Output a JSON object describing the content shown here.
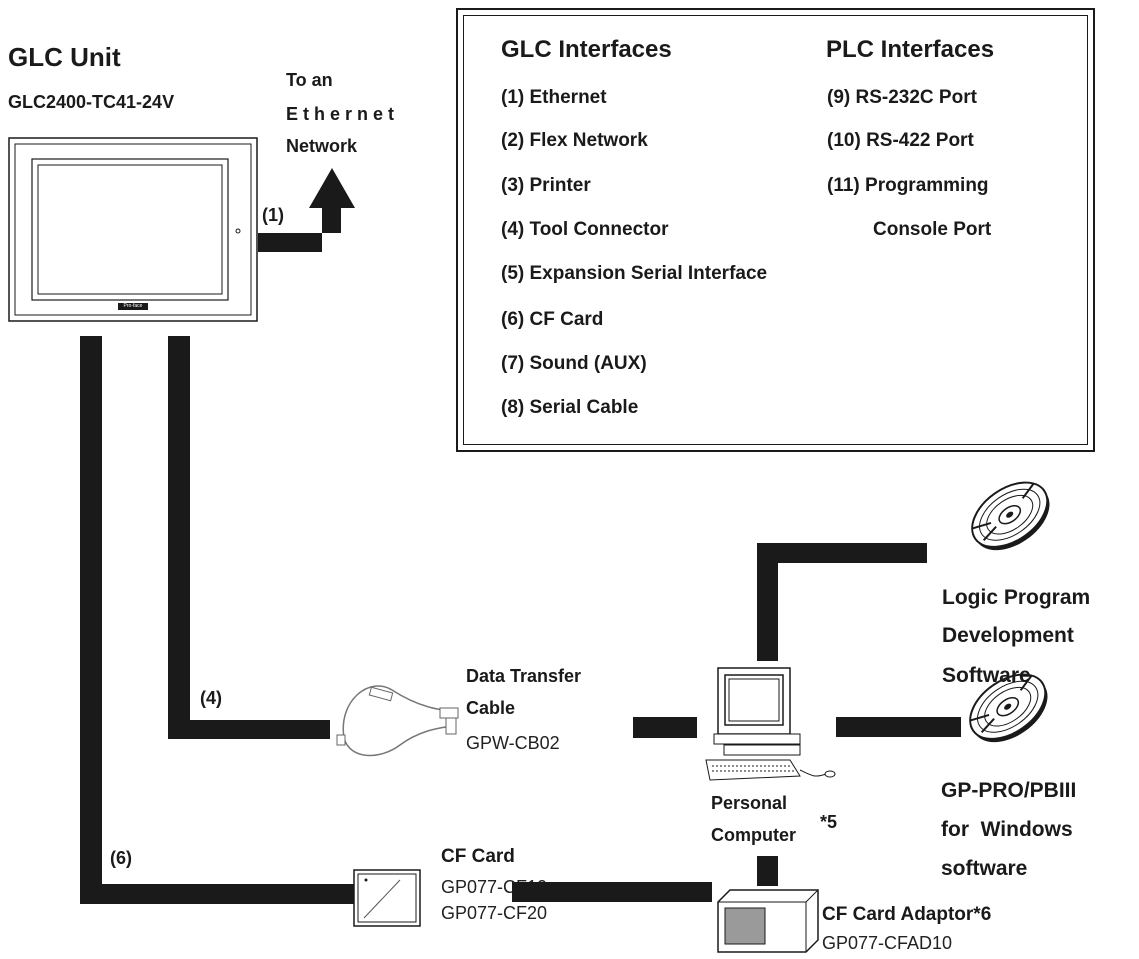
{
  "glc_unit": {
    "title": "GLC Unit",
    "model": "GLC2400-TC41-24V",
    "logo_text": "Pro-face"
  },
  "ethernet": {
    "line1": "To an",
    "line2": "E t h e r n e t",
    "line3": "Network",
    "port_label": "(1)"
  },
  "legend": {
    "glc_header": "GLC Interfaces",
    "plc_header": "PLC Interfaces",
    "glc_items": [
      "(1) Ethernet",
      "(2) Flex Network",
      "(3) Printer",
      "(4) Tool Connector",
      "(5) Expansion Serial Interface",
      "(6) CF Card",
      "(7) Sound (AUX)",
      "(8) Serial Cable"
    ],
    "plc_items": [
      "(9) RS-232C Port",
      "(10) RS-422 Port",
      "(11) Programming",
      "Console Port"
    ]
  },
  "connections": {
    "tool_port_label": "(4)",
    "cf_port_label": "(6)"
  },
  "cable": {
    "line1": "Data Transfer",
    "line2": "Cable",
    "part": "GPW-CB02"
  },
  "cf_card": {
    "title": "CF Card",
    "part1": "GP077-CF10",
    "part2": "GP077-CF20"
  },
  "computer": {
    "line1": "Personal",
    "line2": "Computer",
    "note": "*5"
  },
  "adaptor": {
    "title": "CF Card Adaptor*6",
    "part": "GP077-CFAD10"
  },
  "logic_software": {
    "line1": "Logic Program",
    "line2": "Development",
    "line3": "Software"
  },
  "gppro_software": {
    "line1": "GP-PRO/PBIII",
    "line2": "for  Windows",
    "line3": "software"
  }
}
